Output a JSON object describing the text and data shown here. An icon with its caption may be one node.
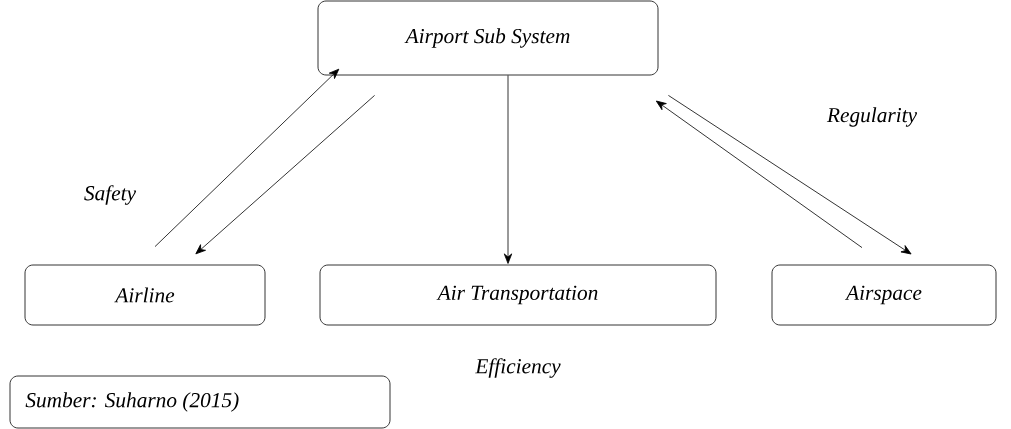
{
  "diagram": {
    "nodes": [
      {
        "text": [
          "Airport Sub System"
        ]
      },
      {
        "text": [
          "Airline"
        ]
      },
      {
        "text": [
          "Air Transportation"
        ]
      },
      {
        "text": [
          "Airspace"
        ]
      },
      {
        "text": [
          "Sumber: Suharno (2015)"
        ]
      }
    ],
    "edges": [
      {
        "from": 1,
        "to": 0,
        "arrow": "to"
      },
      {
        "from": 0,
        "to": 1,
        "arrow": "to"
      },
      {
        "from": 0,
        "to": 2,
        "arrow": "to"
      },
      {
        "from": 3,
        "to": 0,
        "arrow": "to"
      },
      {
        "from": 0,
        "to": 3,
        "arrow": "to"
      }
    ],
    "labels": [
      "Regularity",
      "Safety",
      "Efficiency"
    ]
  }
}
